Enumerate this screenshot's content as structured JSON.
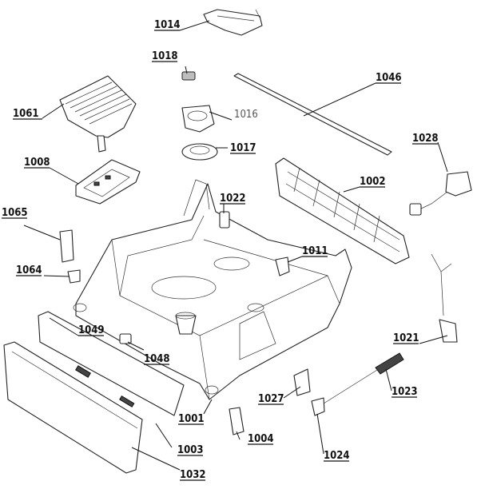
{
  "labels": {
    "l1014": "1014",
    "l1018": "1018",
    "l1046": "1046",
    "l1061": "1061",
    "l1016": "1016",
    "l1017": "1017",
    "l1028": "1028",
    "l1008": "1008",
    "l1002": "1002",
    "l1022": "1022",
    "l1065": "1065",
    "l1011": "1011",
    "l1064": "1064",
    "l1049": "1049",
    "l1048": "1048",
    "l1021": "1021",
    "l1023": "1023",
    "l1027": "1027",
    "l1001": "1001",
    "l1004": "1004",
    "l1003": "1003",
    "l1024": "1024",
    "l1032": "1032"
  }
}
